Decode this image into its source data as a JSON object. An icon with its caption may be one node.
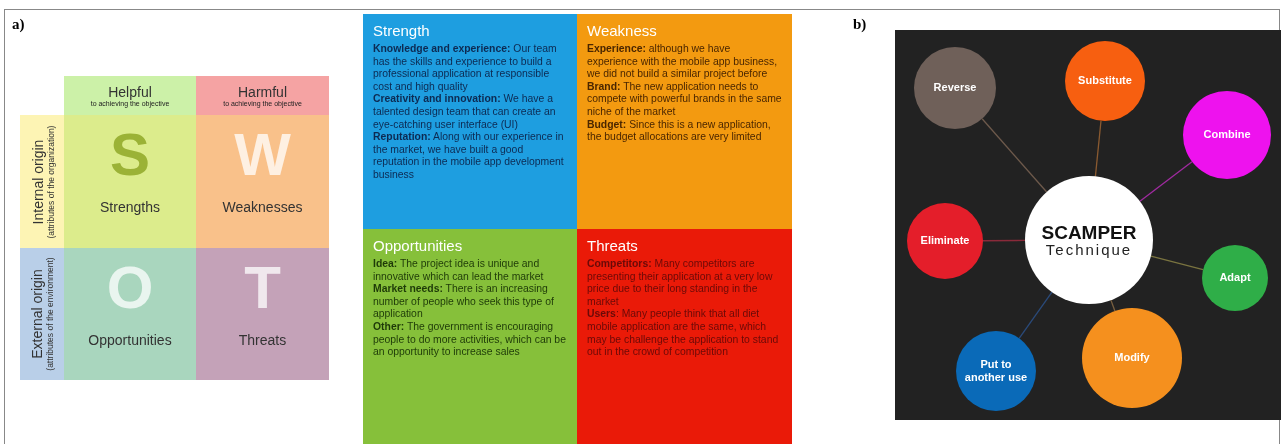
{
  "diagram": {
    "nodes": [
      {
        "text": [
          "Helpful",
          "to achieving the objective"
        ]
      },
      {
        "text": [
          "Harmful",
          "to achieving the objective"
        ]
      },
      {
        "text": [
          "Internal origin",
          "(attributes of the organization)"
        ]
      },
      {
        "text": [
          "S",
          "Strengths"
        ]
      },
      {
        "text": [
          "W",
          "Weaknesses"
        ]
      },
      {
        "text": [
          "External origin",
          "(attributes of the environment)"
        ]
      },
      {
        "text": [
          "O",
          "Opportunities"
        ]
      },
      {
        "text": [
          "T",
          "Threats"
        ]
      },
      {
        "text": [
          "Strength",
          "**Knowledge and experience:** Our team has the skills and experience to build a professional application at responsible cost and high quality",
          "**Creativity and innovation:** We have a talented design team that can create an eye-catching user interface (UI)",
          "**Reputation:** Along with our experience in the market, we have built a good reputation in the mobile app development business"
        ]
      },
      {
        "text": [
          "Weakness",
          "**Experience:** although we have experience with the mobile app business, we did not build a similar project before",
          "**Brand:** The new application needs to compete with powerful brands in the same niche of the market",
          "**Budget:** Since this is a new application, the budget allocations are very limited"
        ]
      },
      {
        "text": [
          "Opportunities",
          "**Idea:** The project idea is unique and innovative which can lead the market",
          "**Market needs:** There is an increasing number of people who seek this type of application",
          "**Other:** The government is encouraging people to do more activities, which can be an opportunity to increase sales"
        ]
      },
      {
        "text": [
          "Threats",
          "**Competitors:** Many competitors are presenting their application at a very low price due to their long standing in the market",
          "**Users**: Many people think that all diet mobile application are the same, which may be challenge the application to stand out in the crowd of competition"
        ]
      },
      {
        "text": [
          "Reverse"
        ]
      },
      {
        "text": [
          "Substitute"
        ]
      },
      {
        "text": [
          "Combine"
        ]
      },
      {
        "text": [
          "SCAMPER",
          "Technique"
        ]
      },
      {
        "text": [
          "Eliminate"
        ]
      },
      {
        "text": [
          "Adapt"
        ]
      },
      {
        "text": [
          "Put to another use"
        ]
      },
      {
        "text": [
          "Modify"
        ]
      }
    ],
    "edges": [
      {
        "from": 15,
        "to": 12,
        "arrow": "none",
        "color": "#6e5a4c"
      },
      {
        "from": 15,
        "to": 13,
        "arrow": "none",
        "color": "#8a5a30"
      },
      {
        "from": 15,
        "to": 14,
        "arrow": "none",
        "color": "#a02aa0"
      },
      {
        "from": 15,
        "to": 16,
        "arrow": "none",
        "color": "#8a2a3a"
      },
      {
        "from": 15,
        "to": 17,
        "arrow": "none",
        "color": "#7a7440"
      },
      {
        "from": 15,
        "to": 18,
        "arrow": "none",
        "color": "#2a4a7a"
      },
      {
        "from": 15,
        "to": 19,
        "arrow": "none",
        "color": "#7a6040"
      }
    ],
    "labels": [
      "a)",
      "b)"
    ]
  }
}
